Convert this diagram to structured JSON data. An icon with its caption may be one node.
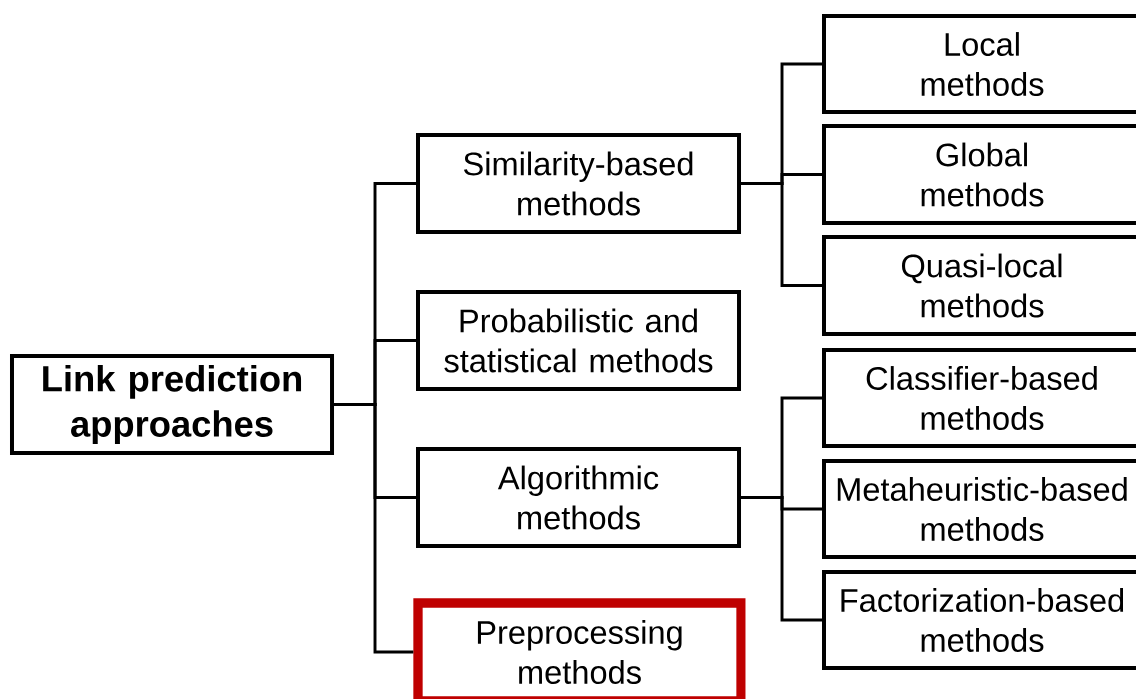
{
  "diagram": {
    "nodes": [
      {
        "text": [
          "Link prediction approaches"
        ]
      },
      {
        "text": [
          "Similarity-based methods"
        ]
      },
      {
        "text": [
          "Probabilistic and statistical methods"
        ]
      },
      {
        "text": [
          "Algorithmic methods"
        ]
      },
      {
        "text": [
          "Preprocessing methods"
        ]
      },
      {
        "text": [
          "Local methods"
        ]
      },
      {
        "text": [
          "Global methods"
        ]
      },
      {
        "text": [
          "Quasi-local methods"
        ]
      },
      {
        "text": [
          "Classifier-based methods"
        ]
      },
      {
        "text": [
          "Metaheuristic-based methods"
        ]
      },
      {
        "text": [
          "Factorization-based methods"
        ]
      }
    ],
    "edges": [
      {
        "from": 0,
        "to": 1,
        "arrow": "none"
      },
      {
        "from": 0,
        "to": 2,
        "arrow": "none"
      },
      {
        "from": 0,
        "to": 3,
        "arrow": "none"
      },
      {
        "from": 0,
        "to": 4,
        "arrow": "none"
      },
      {
        "from": 1,
        "to": 5,
        "arrow": "none"
      },
      {
        "from": 1,
        "to": 6,
        "arrow": "none"
      },
      {
        "from": 1,
        "to": 7,
        "arrow": "none"
      },
      {
        "from": 3,
        "to": 8,
        "arrow": "none"
      },
      {
        "from": 3,
        "to": 9,
        "arrow": "none"
      },
      {
        "from": 3,
        "to": 10,
        "arrow": "none"
      }
    ]
  }
}
